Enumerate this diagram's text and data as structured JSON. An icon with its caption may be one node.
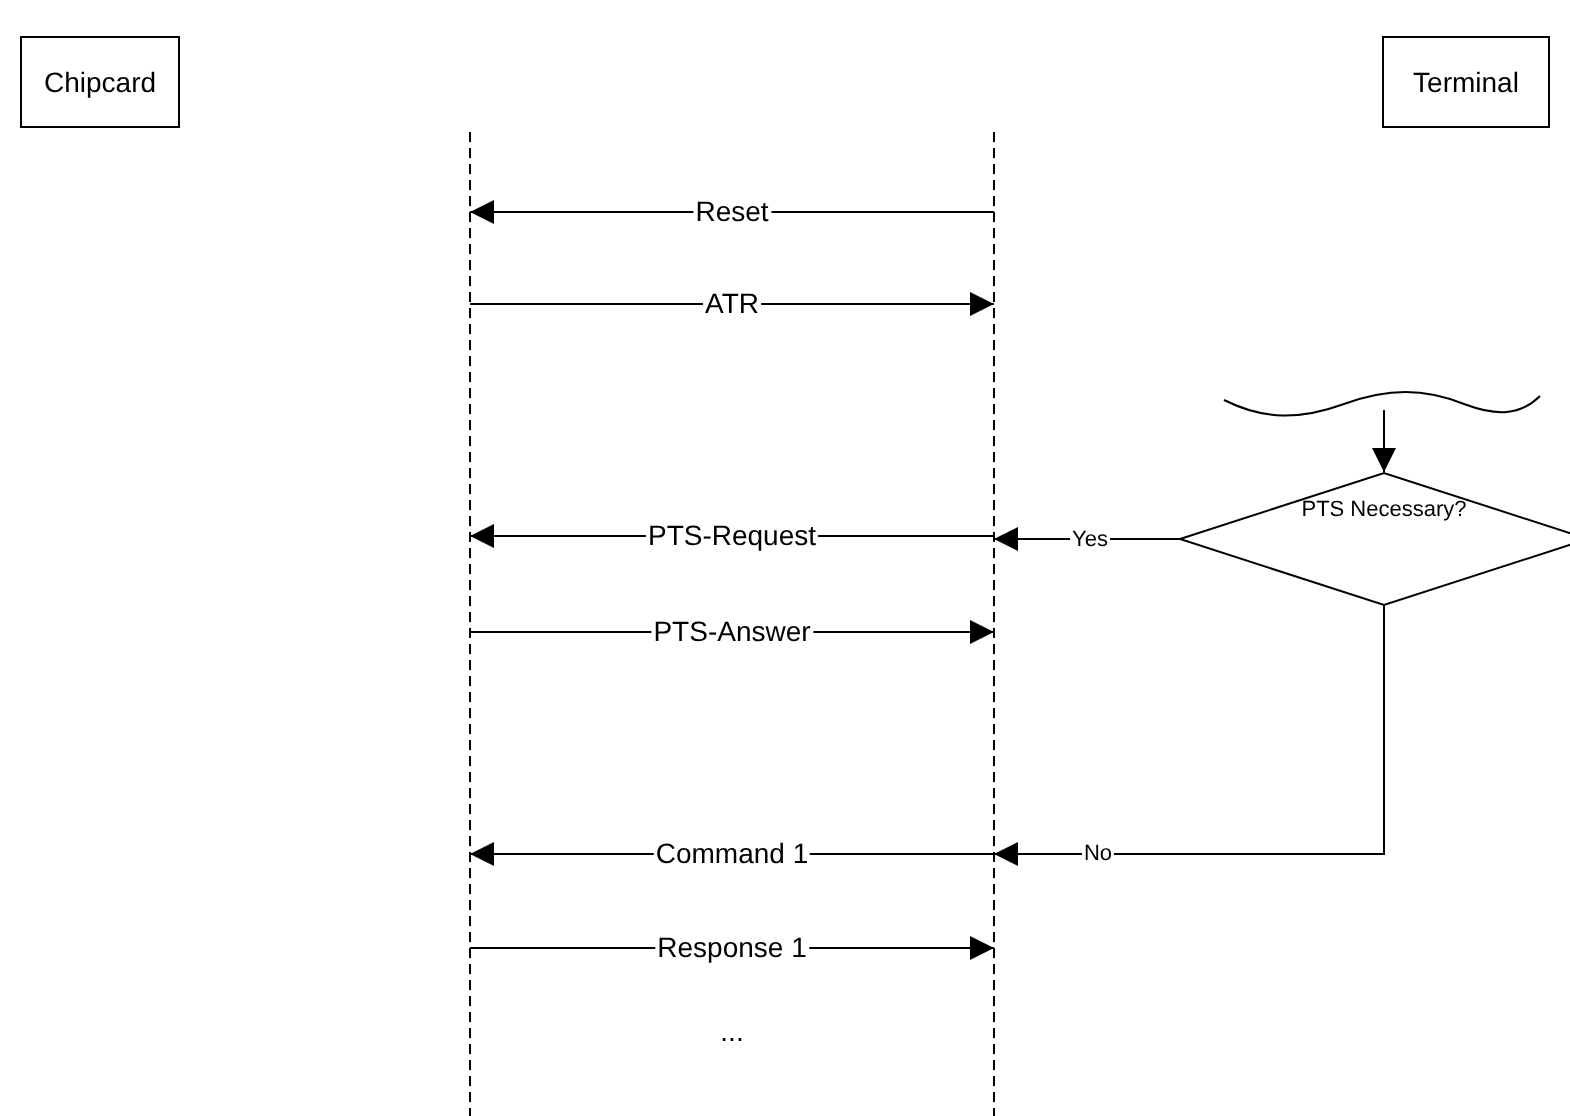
{
  "diagram": {
    "nodes": [
      {
        "text": [
          "Chipcard"
        ]
      },
      {
        "text": [
          "Terminal"
        ]
      },
      {
        "text": [],
        "shape": "bar"
      },
      {
        "text": [],
        "shape": "bar"
      },
      {
        "text": [],
        "shape": "wave"
      },
      {
        "text": [
          "PTS Necessary?"
        ]
      }
    ],
    "edges": [
      {
        "from": 3,
        "to": 2,
        "label": "Reset",
        "arrow": "to"
      },
      {
        "from": 2,
        "to": 3,
        "label": "ATR",
        "arrow": "to"
      },
      {
        "from": 3,
        "to": 2,
        "label": "PTS-Request",
        "arrow": "to"
      },
      {
        "from": 2,
        "to": 3,
        "label": "PTS-Answer",
        "arrow": "to"
      },
      {
        "from": 3,
        "to": 2,
        "label": "Command 1",
        "arrow": "to"
      },
      {
        "from": 2,
        "to": 3,
        "label": "Response 1",
        "arrow": "to"
      },
      {
        "from": 4,
        "to": 5,
        "arrow": "to"
      },
      {
        "from": 5,
        "to": 3,
        "label": "Yes",
        "arrow": "to"
      },
      {
        "from": 5,
        "to": 3,
        "label": "No",
        "arrow": "to"
      }
    ],
    "labels": [
      "..."
    ]
  }
}
